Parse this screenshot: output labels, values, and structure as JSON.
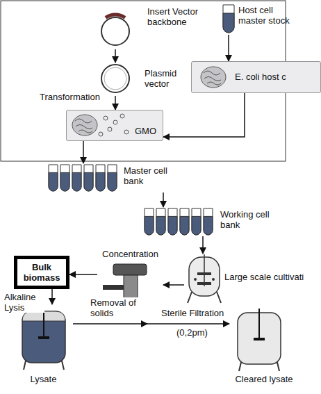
{
  "diagram": {
    "nodes": [
      {
        "text": [
          "Insert Vector backbone"
        ]
      },
      {
        "text": [
          "Plasmid vector"
        ]
      },
      {
        "text": [
          "Host cell master stock"
        ]
      },
      {
        "text": [
          "E. coli host c"
        ]
      },
      {
        "text": [
          "GMO"
        ]
      },
      {
        "text": [
          "Master cell bank"
        ]
      },
      {
        "text": [
          "Working cell bank"
        ]
      },
      {
        "text": [
          "Large scale cultivati"
        ]
      },
      {
        "text": [
          "Concentration"
        ]
      },
      {
        "text": [
          "Bulk biomass"
        ]
      },
      {
        "text": [
          "Lysate"
        ]
      },
      {
        "text": [
          "Cleared lysate"
        ]
      }
    ],
    "edges": [
      {
        "from": 0,
        "to": 1,
        "arrow": "to"
      },
      {
        "from": 1,
        "to": 4,
        "label": "Transformation",
        "arrow": "to"
      },
      {
        "from": 2,
        "to": 3,
        "arrow": "to"
      },
      {
        "from": 3,
        "to": 4,
        "arrow": "to"
      },
      {
        "from": 4,
        "to": 5,
        "arrow": "to"
      },
      {
        "from": 5,
        "to": 6,
        "arrow": "to"
      },
      {
        "from": 6,
        "to": 7,
        "arrow": "to"
      },
      {
        "from": 7,
        "to": 8,
        "arrow": "to"
      },
      {
        "from": 8,
        "to": 9,
        "arrow": "to"
      },
      {
        "from": 9,
        "to": 10,
        "label": "Alkaline Lysis",
        "arrow": "to"
      },
      {
        "from": 10,
        "to": 11,
        "label": "Removal of solids",
        "arrow": "to"
      }
    ],
    "labels": [
      "Sterile Filtration",
      "(0,2pm)"
    ]
  }
}
